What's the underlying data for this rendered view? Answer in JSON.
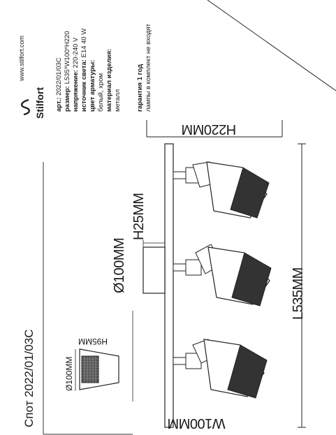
{
  "brand": {
    "name": "Stilfort",
    "url": "www.stilfort.com"
  },
  "product": {
    "title": "Спот 2022/01/03C"
  },
  "specs": [
    {
      "label": "арт.:",
      "value": " 2022/01/03C"
    },
    {
      "label": "размер:",
      "value": " L535*W100*H220"
    },
    {
      "label": "напряжение:",
      "value": " 220-240 V"
    },
    {
      "label": "источник света:",
      "value": " E14 40 W"
    },
    {
      "label": "цвет арматуры:",
      "value": ""
    },
    {
      "label": "",
      "value": "белый, хром"
    },
    {
      "label": "материал изделия:",
      "value": ""
    },
    {
      "label": "",
      "value": "металл"
    },
    {
      "label": "гарантия 1 год",
      "value": ""
    },
    {
      "label": "",
      "value": "лампы в комплект не входят"
    }
  ],
  "dimensions": {
    "height_total": "H220MM",
    "width_total": "W100MM",
    "length_total": "L535MM",
    "base_diameter": "Ø100MM",
    "base_height": "H25MM",
    "shade_diameter": "Ø100MM",
    "shade_height": "H95MM"
  }
}
